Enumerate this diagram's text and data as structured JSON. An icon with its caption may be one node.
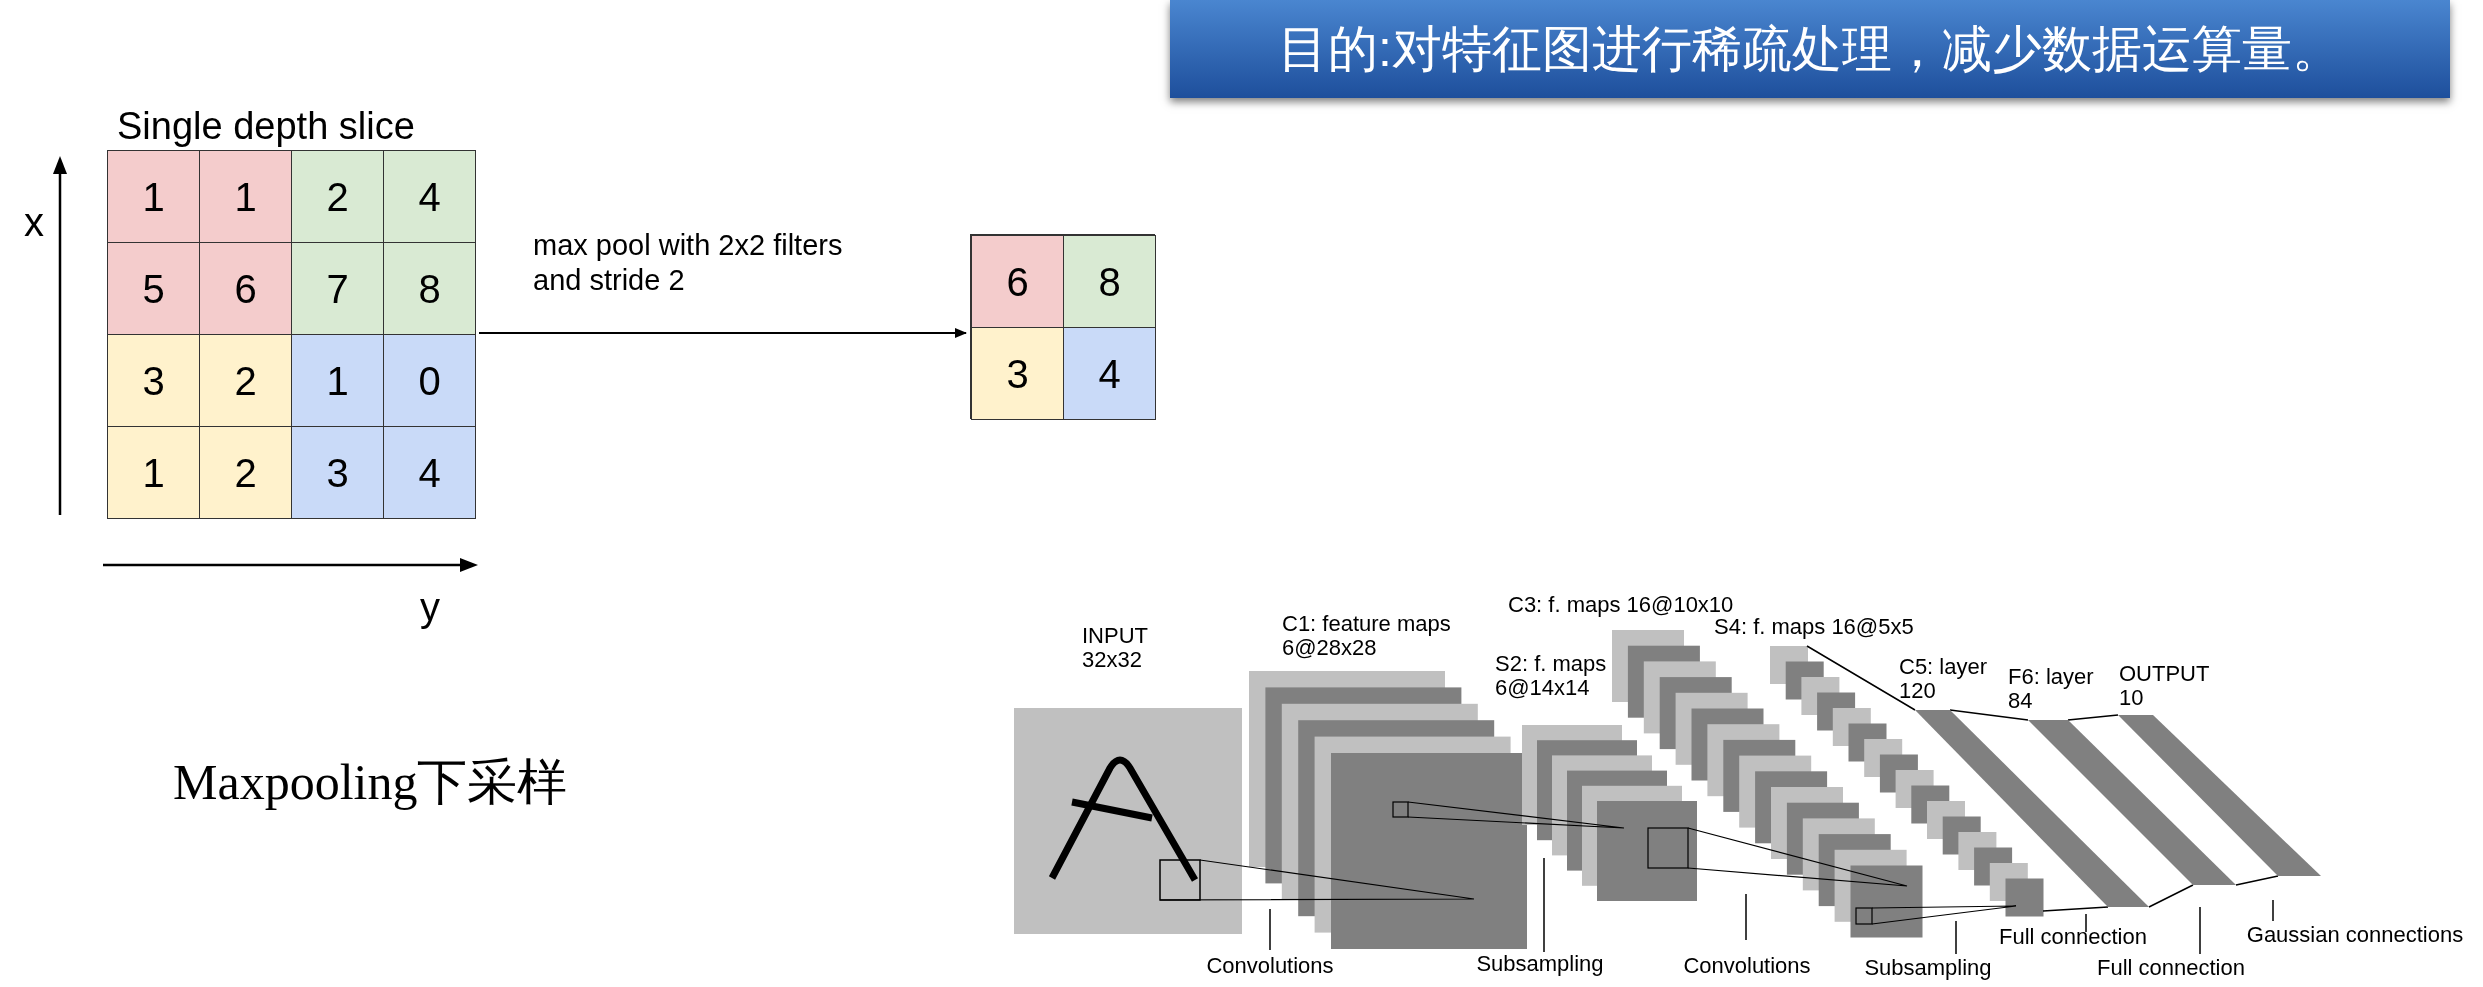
{
  "diagram": {
    "nodes": [
      {
        "text": [
          "目的:对特征图进行稀疏处理，减少数据运算量。"
        ]
      },
      {
        "text": [
          "Single depth slice"
        ]
      },
      {
        "text": [
          "1"
        ],
        "in": 1
      },
      {
        "text": [
          "1"
        ],
        "in": 1
      },
      {
        "text": [
          "2"
        ],
        "in": 1
      },
      {
        "text": [
          "4"
        ],
        "in": 1
      },
      {
        "text": [
          "5"
        ],
        "in": 1
      },
      {
        "text": [
          "6"
        ],
        "in": 1
      },
      {
        "text": [
          "7"
        ],
        "in": 1
      },
      {
        "text": [
          "8"
        ],
        "in": 1
      },
      {
        "text": [
          "3"
        ],
        "in": 1
      },
      {
        "text": [
          "2"
        ],
        "in": 1
      },
      {
        "text": [
          "1"
        ],
        "in": 1
      },
      {
        "text": [
          "0"
        ],
        "in": 1
      },
      {
        "text": [
          "1"
        ],
        "in": 1
      },
      {
        "text": [
          "2"
        ],
        "in": 1
      },
      {
        "text": [
          "3"
        ],
        "in": 1
      },
      {
        "text": [
          "4"
        ],
        "in": 1
      },
      {
        "text": [],
        "shape": "box"
      },
      {
        "text": [
          "6"
        ],
        "in": 18
      },
      {
        "text": [
          "8"
        ],
        "in": 18
      },
      {
        "text": [
          "3"
        ],
        "in": 18
      },
      {
        "text": [
          "4"
        ],
        "in": 18
      }
    ],
    "edges": [
      {
        "from": 1,
        "to": 18,
        "arrow": "to",
        "label": "max pool with 2x2 filters and stride 2"
      }
    ],
    "labels": [
      "x",
      "y",
      "Maxpooling下采样",
      "INPUT 32x32",
      "C1: feature maps 6@28x28",
      "C3: f. maps 16@10x10",
      "S2: f. maps 6@14x14",
      "S4: f. maps 16@5x5",
      "C5: layer 120",
      "F6: layer 84",
      "OUTPUT 10",
      "Convolutions",
      "Subsampling",
      "Convolutions",
      "Subsampling",
      "Full connection",
      "Full connection",
      "Gaussian connections"
    ]
  }
}
